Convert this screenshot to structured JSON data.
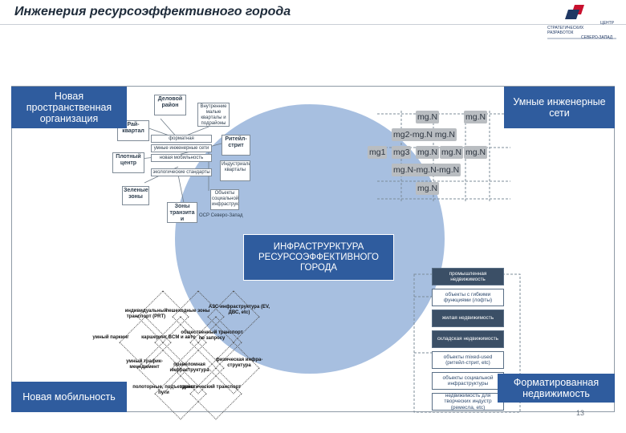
{
  "title": "Инженерия ресурсоэффективного города",
  "logo": {
    "lines": [
      "ЦЕНТР",
      "СТРАТЕГИЧЕСКИХ",
      "РАЗРАБОТОК",
      "СЕВЕРО-ЗАПАД"
    ],
    "colors": [
      "#c8102e",
      "#1f3864"
    ]
  },
  "labels": {
    "space": "Новая пространственная организация",
    "smart": "Умные инженерные сети",
    "center": "ИНФРАСТРУРКТУРА РЕСУРСОЭФФЕКТИВНОГО ГОРОДА",
    "mobility": "Новая мобильность",
    "realty": "Форматированная недвижимость"
  },
  "spatial": {
    "nodes": [
      "Деловой район",
      "Внутренние малые кварталы и подрайоны",
      "Рай-квартал",
      "форматная недвижимость",
      "умные инженерные сети",
      "новая мобильность",
      "Ритейл-стрит",
      "Плотный центр",
      "экологические стандарты",
      "Индустриальные кварталы",
      "Зеленые зоны",
      "Объекты социальной инфраструктуры",
      "Зоны транзита и пересадок",
      "ОСР Северо-Запад"
    ]
  },
  "grid": {
    "rows": [
      [
        "mg.N",
        "mg.N"
      ],
      [
        "mg2-mg.N mg.N"
      ],
      [
        "mg1",
        "mg3",
        "mg.N",
        "mg.N",
        "mg.N"
      ],
      [
        "mg.N-mg.N-mg.N"
      ],
      [
        "mg.N"
      ]
    ]
  },
  "mobility": {
    "items": [
      "индивидуальный транспорт (PRT)",
      "пешеходные зоны",
      "АЗС-инфраструктура (EV, ДВС, etc)",
      "умный паркинг",
      "каршеринг BCM и авто",
      "общественный транспорт по запросу",
      "умный трафик-менеджмент",
      "правеломная инфраструктура",
      "физическая инфра-структура",
      "ло",
      "полоторные, подъездные пути",
      "туристический транспорт"
    ]
  },
  "realty": {
    "items": [
      "промышленная недвижимость",
      "объекты с гибкими функциями (лофты)",
      "жилая недвижимость",
      "складская недвижимость",
      "объекты mixed-used (ритейл-стрит, etc)",
      "объекты социальной инфраструктуры",
      "недвижимость для творческих индустр (ремесла, etc)"
    ]
  },
  "page_number": "13"
}
